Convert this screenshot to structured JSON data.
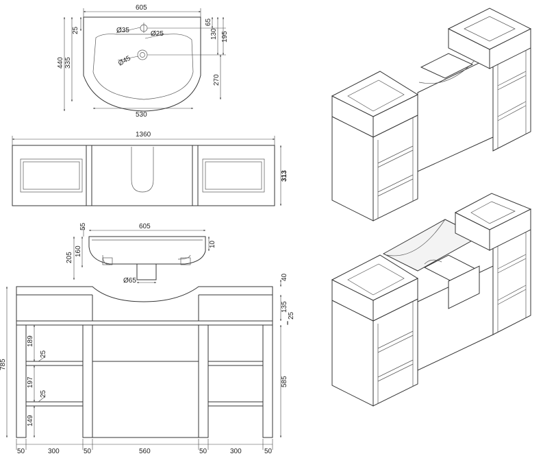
{
  "basin_top": {
    "dims": [
      "605",
      "25",
      "335",
      "440",
      "Ø35",
      "Ø25",
      "65",
      "130",
      "195",
      "Ø45",
      "270",
      "530"
    ]
  },
  "front_view": {
    "dims": [
      "1360",
      "313"
    ]
  },
  "basin_side": {
    "dims": [
      "55",
      "605",
      "205",
      "160",
      "10",
      "Ø65"
    ]
  },
  "elevation": {
    "dims": [
      "40",
      "135",
      "25",
      "785",
      "189",
      "25",
      "197",
      "25",
      "585",
      "149",
      "50",
      "300",
      "50",
      "560",
      "50",
      "300",
      "50"
    ]
  },
  "colors": {
    "line": "#333333",
    "background": "#ffffff"
  }
}
